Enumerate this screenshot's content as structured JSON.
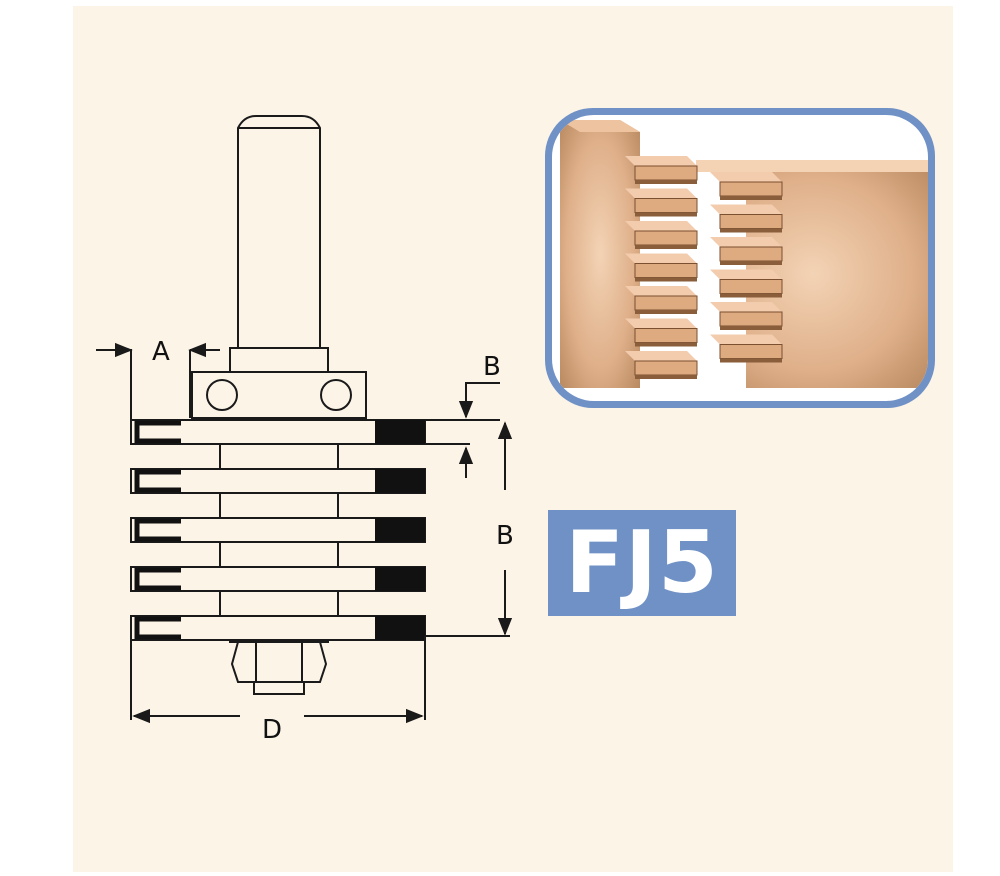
{
  "product_code": "FJ5",
  "dimension_labels": {
    "a": "A",
    "b_top": "B",
    "b_side": "B",
    "d": "D"
  },
  "colors": {
    "background": "#fdf4e8",
    "badge": "#6f91c6",
    "frame": "#6f91c6",
    "wood_light": "#f1c8a8",
    "wood_dark": "#b7855a",
    "outline": "#1a1a1a"
  },
  "cutter": {
    "tooth_count": 5
  },
  "joint_illustration": {
    "finger_count_per_side": 7
  }
}
